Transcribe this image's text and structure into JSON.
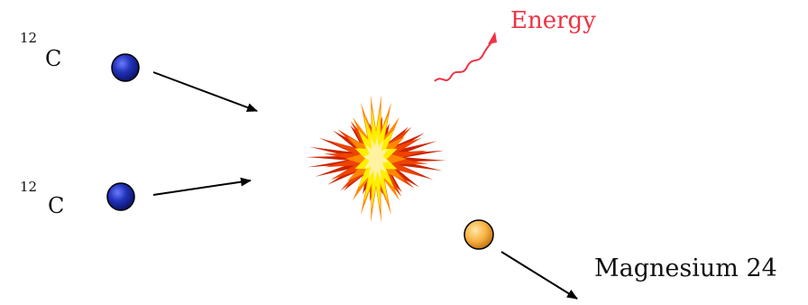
{
  "reactants": [
    {
      "mass_number": "12",
      "symbol": "C"
    },
    {
      "mass_number": "12",
      "symbol": "C"
    }
  ],
  "energy_label": "Energy",
  "product_label": "Magnesium 24",
  "colors": {
    "carbon_nucleus": "#1a2a9e",
    "product_nucleus": "#f5a623",
    "energy": "#ee3344",
    "arrow": "#000000",
    "burst_outer": "#cc2200",
    "burst_mid": "#ff8800",
    "burst_inner": "#ffee00"
  }
}
